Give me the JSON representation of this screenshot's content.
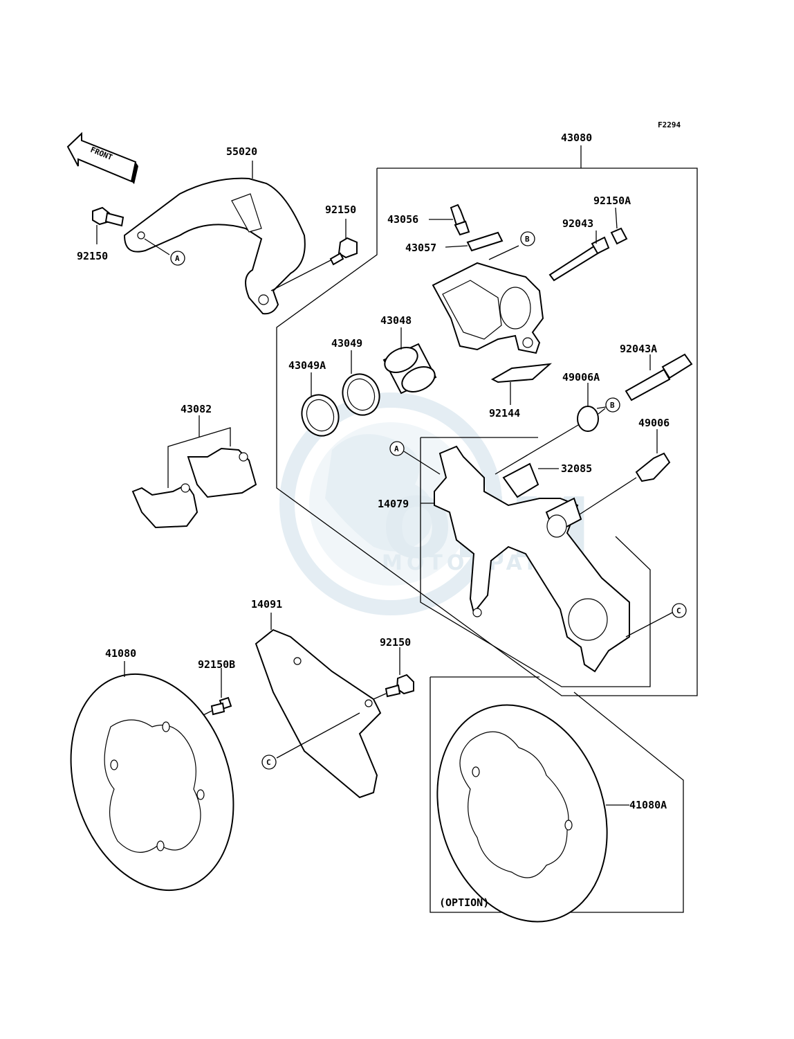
{
  "figure_code": "F2294",
  "front_label": "FRONT",
  "option_label": "(OPTION)",
  "watermark": {
    "main": "OEM",
    "sub": "MOTORPARTS",
    "color": "#c9dbe6"
  },
  "callouts": {
    "a": "A",
    "b": "B",
    "c": "C"
  },
  "parts": {
    "p55020": "55020",
    "p92150_left": "92150",
    "p92150_top": "92150",
    "p43080": "43080",
    "p43056": "43056",
    "p43057": "43057",
    "p92150A": "92150A",
    "p92043": "92043",
    "p43048": "43048",
    "p43049": "43049",
    "p43049A": "43049A",
    "p92043A": "92043A",
    "p49006A": "49006A",
    "p92144": "92144",
    "p49006": "49006",
    "p43082": "43082",
    "p32085": "32085",
    "p14079": "14079",
    "p14091": "14091",
    "p41080": "41080",
    "p92150B": "92150B",
    "p92150_bottom": "92150",
    "p41080A": "41080A"
  }
}
